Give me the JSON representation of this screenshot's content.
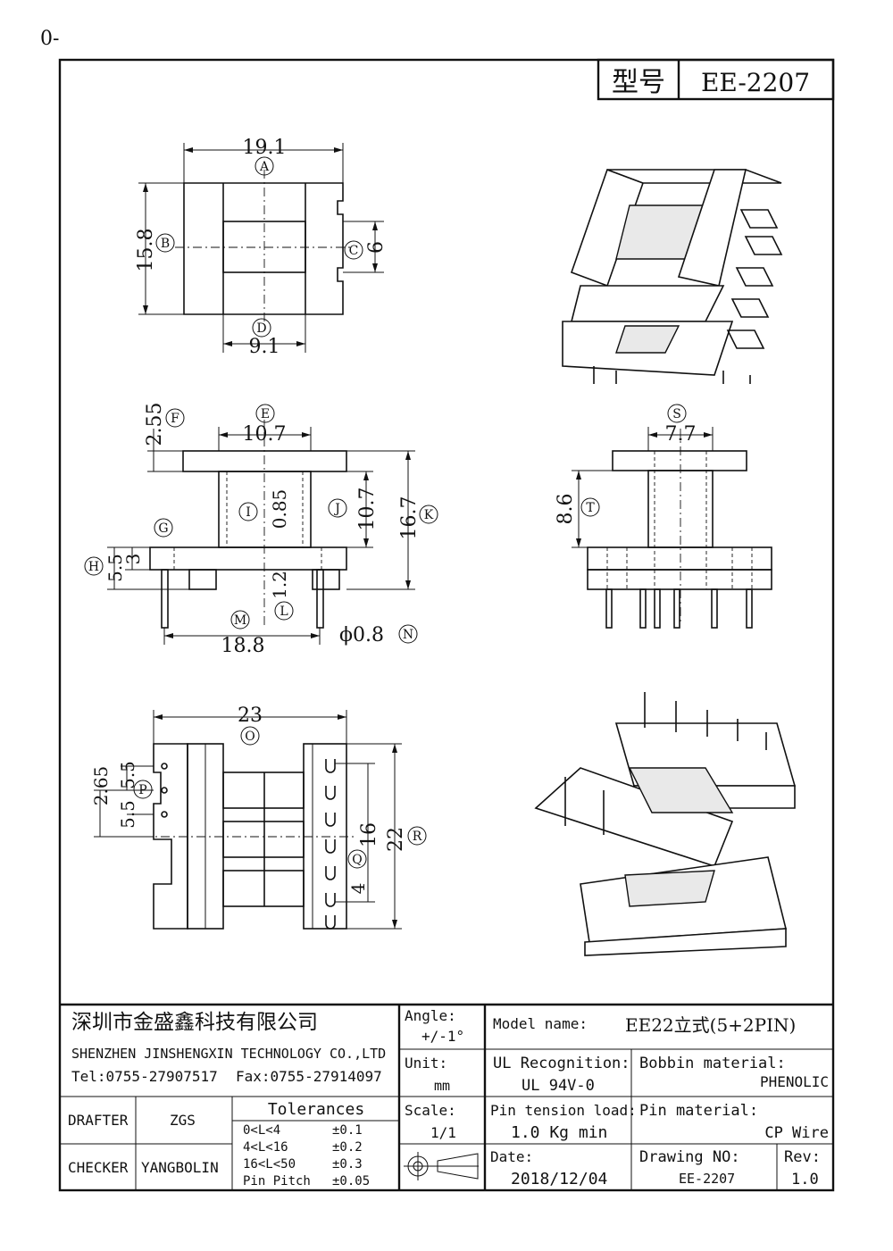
{
  "page_marker": "0-",
  "model_box": {
    "label": "型号",
    "value": "EE-2207"
  },
  "dims": {
    "top": {
      "w": "19.1",
      "h": "15.8",
      "win": "6",
      "core": "9.1"
    },
    "front": {
      "flange": "2.55",
      "span": "10.7",
      "wall": "0.85",
      "winh": "10.7",
      "height": "16.7",
      "base_h": "5.5",
      "base_t": "3",
      "pin_off": "1.2",
      "pin_span": "18.8",
      "pin_dia": "ϕ0.8"
    },
    "side": {
      "width": "7.7",
      "height": "8.6"
    },
    "bottom": {
      "w": "23",
      "h": "22",
      "slot_a": "2.65",
      "pitch": "5.5",
      "slot_b": "5.5",
      "rows": "16",
      "slot": "4"
    }
  },
  "callouts": [
    "A",
    "B",
    "C",
    "D",
    "E",
    "F",
    "G",
    "H",
    "I",
    "J",
    "K",
    "L",
    "M",
    "N",
    "O",
    "P",
    "Q",
    "R",
    "S",
    "T"
  ],
  "title_block": {
    "company_cn": "深圳市金盛鑫科技有限公司",
    "company_en": "SHENZHEN JINSHENGXIN TECHNOLOGY CO.,LTD",
    "tel": "Tel:0755-27907517",
    "fax": "Fax:0755-27914097",
    "angle_label": "Angle:",
    "angle_value": "+/-1°",
    "unit_label": "Unit:",
    "unit_value": "mm",
    "scale_label": "Scale:",
    "scale_value": "1/1",
    "model_label": "Model name:",
    "model_value": "EE22立式(5+2PIN)",
    "ul_label": "UL Recognition:",
    "ul_value": "UL 94V-0",
    "bobbin_label": "Bobbin material:",
    "bobbin_value": "PHENOLIC",
    "tension_label": "Pin tension load:",
    "tension_value": "1.0 Kg min",
    "pinmat_label": "Pin material:",
    "pinmat_value": "CP Wire",
    "date_label": "Date:",
    "date_value": "2018/12/04",
    "drawing_label": "Drawing NO:",
    "drawing_value": "EE-2207",
    "rev_label": "Rev:",
    "rev_value": "1.0",
    "drafter_label": "DRAFTER",
    "drafter_value": "ZGS",
    "checker_label": "CHECKER",
    "checker_value": "YANGBOLIN",
    "tolerances_title": "Tolerances",
    "tolerances": [
      {
        "range": "0<L<4",
        "tol": "±0.1"
      },
      {
        "range": "4<L<16",
        "tol": "±0.2"
      },
      {
        "range": "16<L<50",
        "tol": "±0.3"
      },
      {
        "range": "Pin Pitch",
        "tol": "±0.05"
      }
    ]
  }
}
